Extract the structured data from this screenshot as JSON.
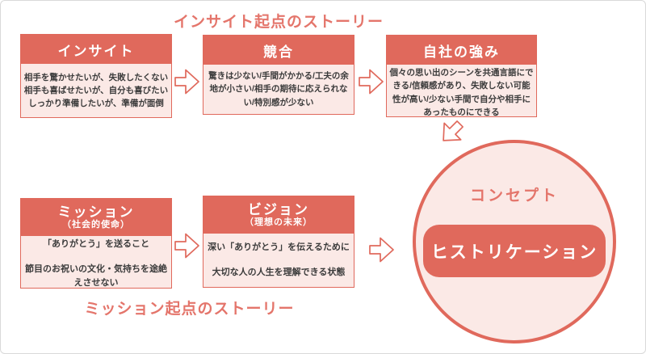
{
  "colors": {
    "accent_red": "#E0695C",
    "title_red": "#E4756B",
    "light_pink": "#FBE9E6",
    "body_text": "#3B3B3B",
    "frame_border": "#D9D9D9"
  },
  "titles": {
    "top": "インサイト起点のストーリー",
    "bottom": "ミッション起点のストーリー"
  },
  "boxes": {
    "insight": {
      "title": "インサイト",
      "lines": [
        "相手を驚かせたいが、失敗したくない",
        "相手も喜ばせたいが、自分も喜びたい",
        "しっかり準備したいが、準備が面倒"
      ]
    },
    "competitor": {
      "title": "競合",
      "body": "驚きは少ない/手間がかかる/工夫の余地が小さい/相手の期待に応えられない/特別感が少ない"
    },
    "strength": {
      "title": "自社の強み",
      "body": "個々の思い出のシーンを共通言語にできる/信頼感があり、失敗しない可能性が高い/少ない手間で自分や相手にあったものにできる"
    },
    "mission": {
      "title": "ミッション",
      "subtitle": "（社会的使命）",
      "paragraphs": [
        "「ありがとう」を送ること",
        "節目のお祝いの文化・気持ちを途絶えさせない"
      ]
    },
    "vision": {
      "title": "ビジョン",
      "subtitle": "（理想の未来）",
      "paragraphs": [
        "深い「ありがとう」を伝えるために",
        "大切な人の人生を理解できる状態"
      ]
    }
  },
  "concept": {
    "label": "コンセプト",
    "value": "ヒストリケーション"
  }
}
